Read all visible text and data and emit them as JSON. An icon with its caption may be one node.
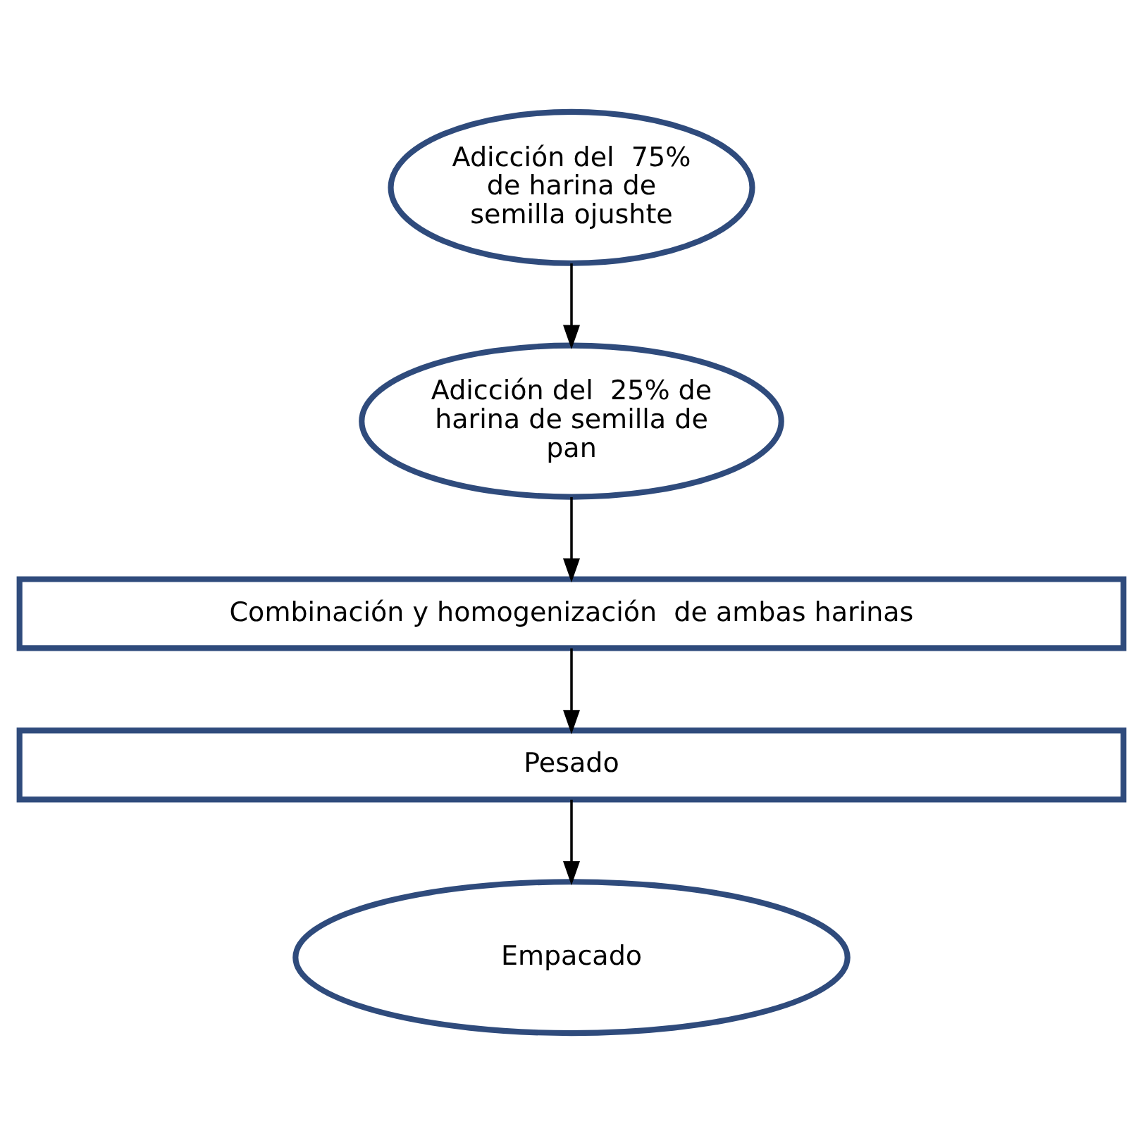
{
  "diagram": {
    "nodes": [
      {
        "text": [
          "Adicción del  75% de harina de semilla ojushte"
        ]
      },
      {
        "text": [
          "Adicción del  25% de harina de semilla de pan"
        ]
      },
      {
        "text": [
          "Combinación y homogenización  de ambas harinas"
        ]
      },
      {
        "text": [
          "Pesado"
        ]
      },
      {
        "text": [
          "Empacado"
        ]
      }
    ],
    "edges": [
      {
        "from": 0,
        "to": 1,
        "arrow": "to"
      },
      {
        "from": 1,
        "to": 2,
        "arrow": "to"
      },
      {
        "from": 2,
        "to": 3,
        "arrow": "to"
      },
      {
        "from": 3,
        "to": 4,
        "arrow": "to"
      }
    ]
  }
}
